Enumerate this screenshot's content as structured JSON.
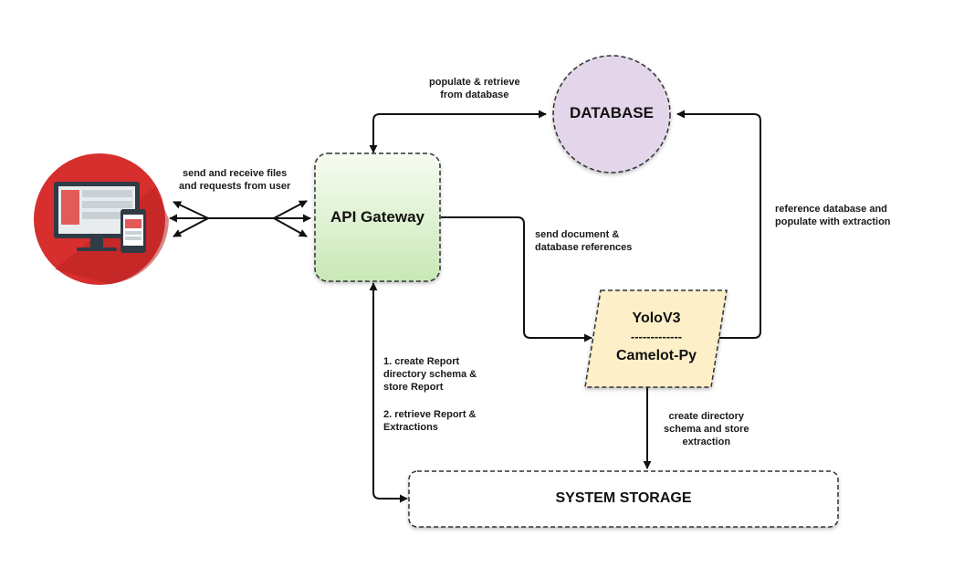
{
  "nodes": {
    "database": {
      "label": "DATABASE",
      "fill": "#e3d6ea"
    },
    "api_gateway": {
      "label": "API Gateway",
      "fill_top": "#f7fcf2",
      "fill_bottom": "#c9e8b6"
    },
    "processor": {
      "line1": "YoloV3",
      "separator": "-------------",
      "line2": "Camelot-Py",
      "fill": "#fdefc8"
    },
    "storage": {
      "label": "SYSTEM STORAGE"
    },
    "client": {
      "circle_color": "#d72e2e"
    }
  },
  "edges": {
    "client_gateway": [
      "send and receive files",
      "and requests from user"
    ],
    "gateway_database": [
      "populate & retrieve",
      "from database"
    ],
    "gateway_processor": [
      "send document &",
      "database references"
    ],
    "processor_database": [
      "reference database and",
      "populate with extraction"
    ],
    "gateway_storage_1": [
      "1. create Report",
      "directory schema &",
      "store Report"
    ],
    "gateway_storage_2": [
      "2. retrieve Report &",
      "Extractions"
    ],
    "processor_storage": [
      "create directory",
      "schema and store",
      "extraction"
    ]
  }
}
